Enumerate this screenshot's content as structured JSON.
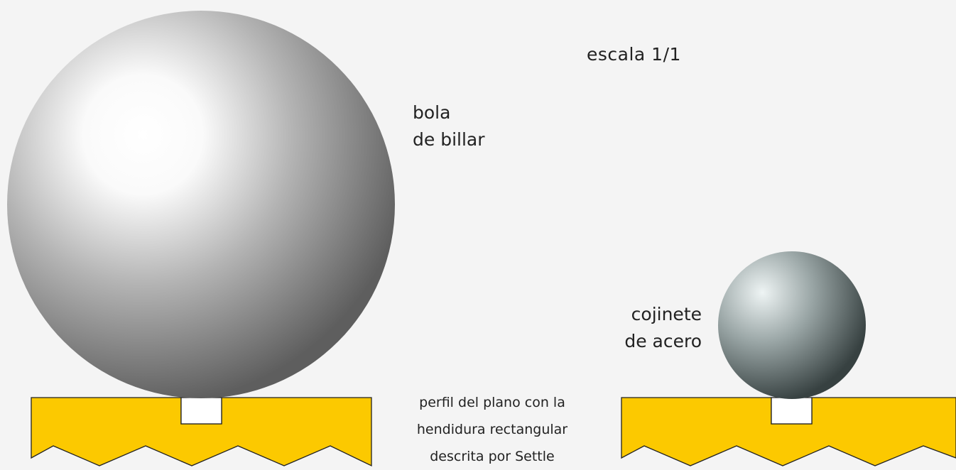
{
  "scale": "escala 1/1",
  "billiard_ball": {
    "line1": "bola",
    "line2": "de billar"
  },
  "steel_bearing": {
    "line1": "cojinete",
    "line2": "de acero"
  },
  "plane_caption": {
    "line1": "perfil del plano con la",
    "line2": "hendidura rectangular",
    "line3": "descrita por Settle"
  },
  "colors": {
    "background": "#f4f4f4",
    "plane_fill": "#fcc900",
    "outline": "#222222",
    "billiard_highlight": "#ffffff",
    "billiard_shadow": "#6a6a6a",
    "steel_highlight": "#e6efef",
    "steel_shadow": "#3f4a4a"
  }
}
